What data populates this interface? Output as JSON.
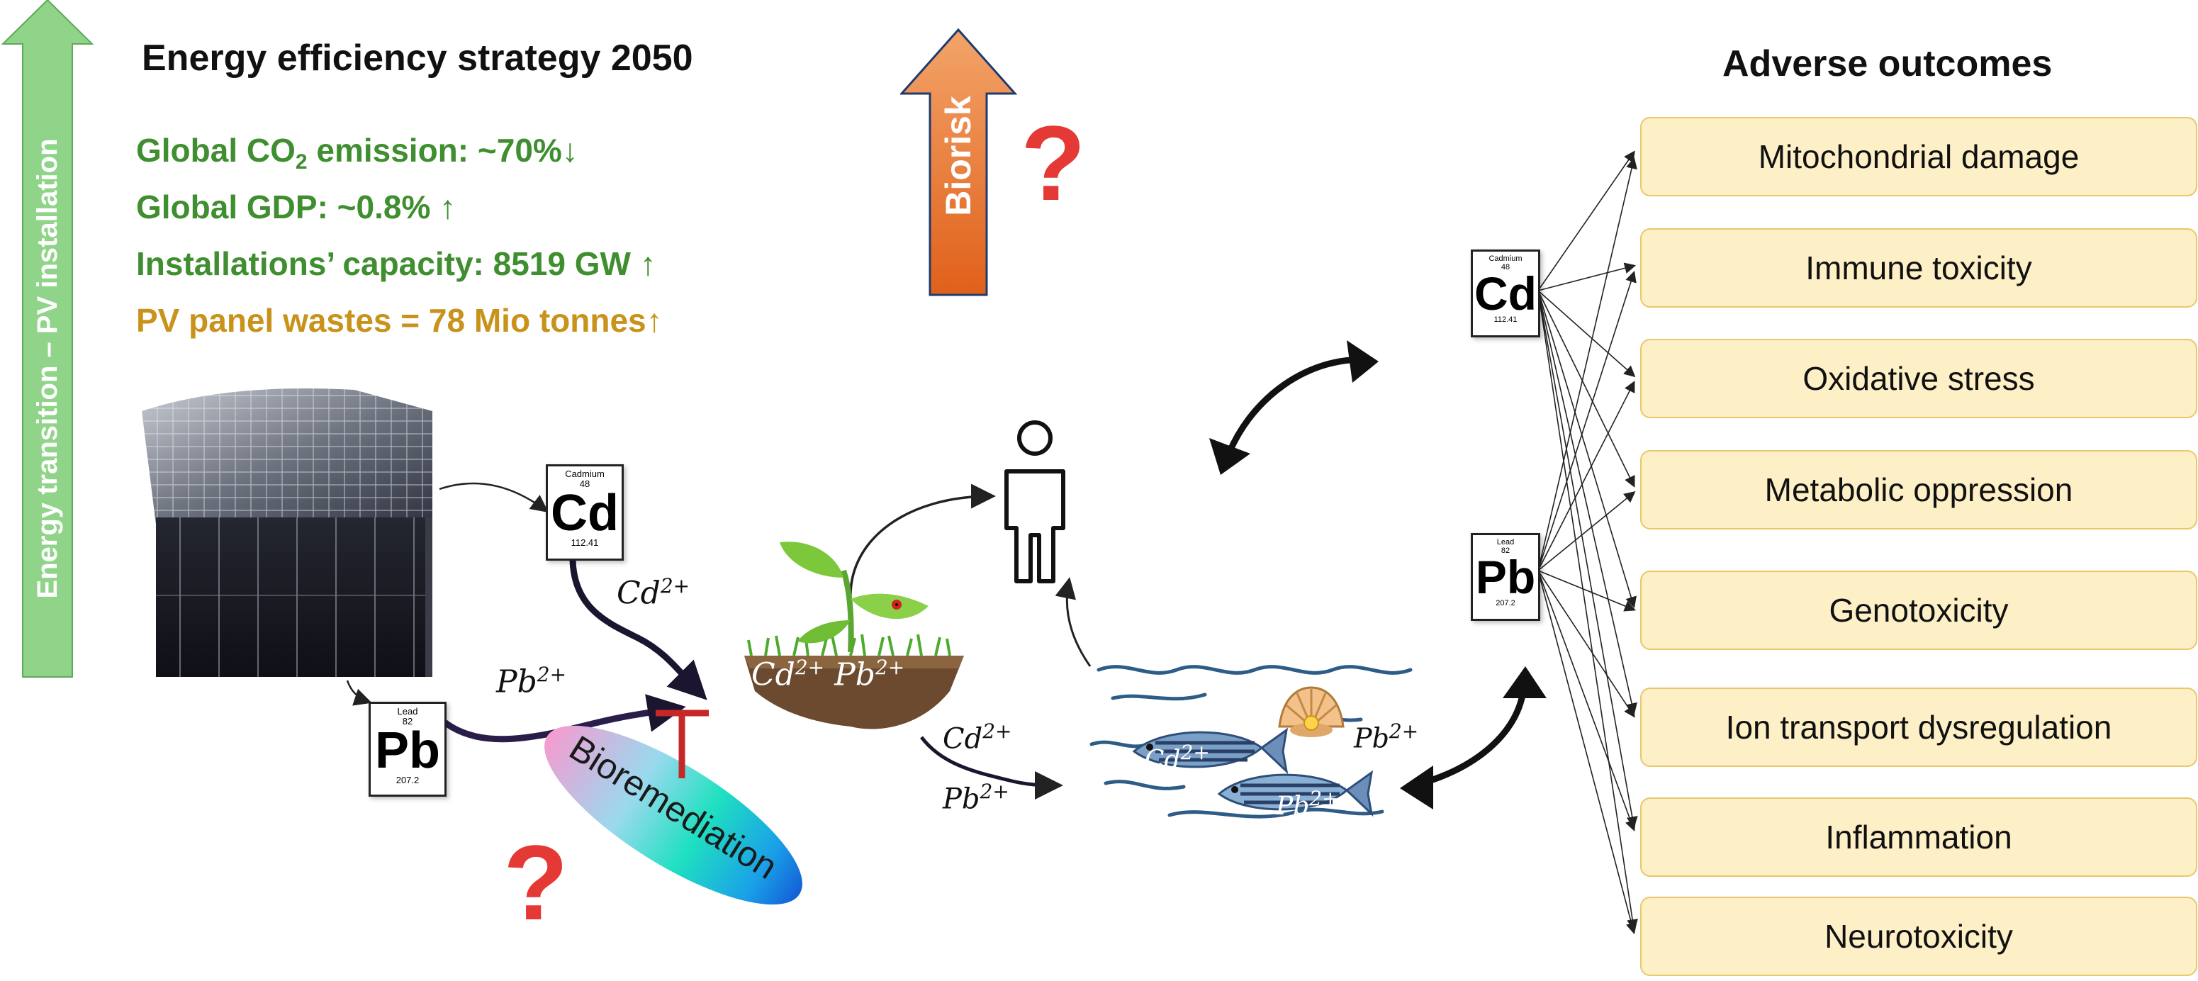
{
  "left_arrow_label": "Energy transition – PV installation",
  "title": "Energy efficiency strategy 2050",
  "stats": [
    {
      "prefix": "Global CO",
      "sub": "2",
      "suffix": " emission: ~70%↓",
      "color": "#3f8e2f"
    },
    {
      "prefix": "Global GDP: ~0.8% ↑",
      "sub": "",
      "suffix": "",
      "color": "#3f8e2f"
    },
    {
      "prefix": "Installations’ capacity: 8519 GW ↑",
      "sub": "",
      "suffix": "",
      "color": "#3f8e2f"
    },
    {
      "prefix": "PV panel wastes = 78 Mio tonnes↑",
      "sub": "",
      "suffix": "",
      "color": "#c9921b"
    }
  ],
  "biorisk_label": "Biorisk",
  "question_mark": "?",
  "bioremediation_label": "Bioremediation",
  "elements": {
    "cd": {
      "name": "Cadmium",
      "number": "48",
      "symbol": "Cd",
      "mass": "112.41"
    },
    "pb": {
      "name": "Lead",
      "number": "82",
      "symbol": "Pb",
      "mass": "207.2"
    }
  },
  "ions": {
    "cd_base": "Cd",
    "pb_base": "Pb",
    "charge": "2+"
  },
  "adverse_title": "Adverse outcomes",
  "outcomes": [
    "Mitochondrial damage",
    "Immune toxicity",
    "Oxidative stress",
    "Metabolic oppression",
    "Genotoxicity",
    "Ion transport dysregulation",
    "Inflammation",
    "Neurotoxicity"
  ],
  "colors": {
    "green_arrow": "#8fd488",
    "orange_arrow": "#e8741f",
    "question": "#e53935",
    "outcome_box": "#fdefc6",
    "inhibit": "#c62828"
  },
  "icons": [
    "solar-panel",
    "plant-soil",
    "person",
    "fish-water",
    "shell"
  ]
}
